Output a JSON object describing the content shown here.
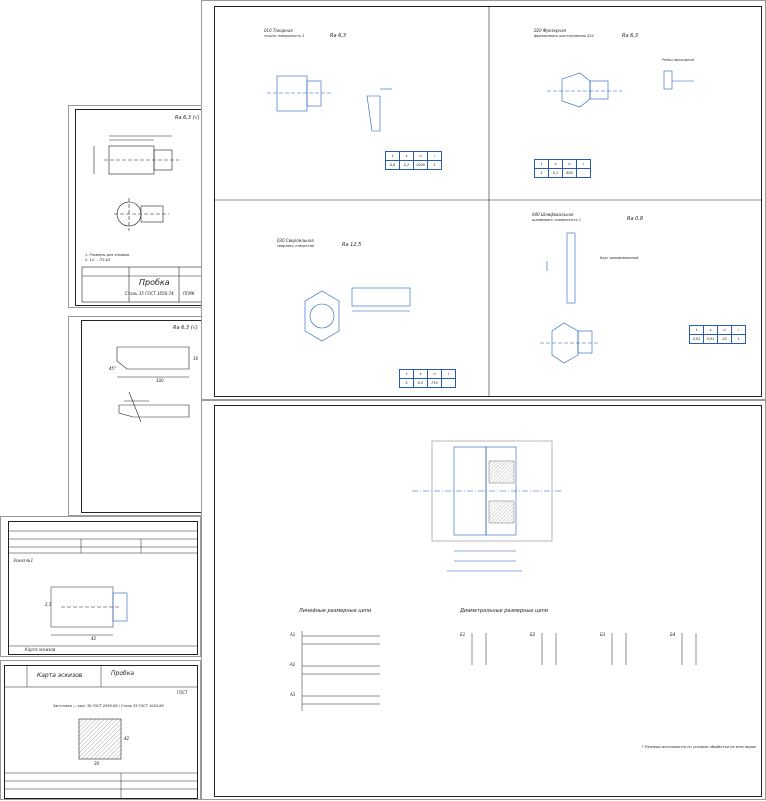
{
  "sheets": {
    "operations": {
      "op1": {
        "title": "010 Токарная",
        "subtitle": "точить поверхность 1",
        "tolerance": "Ra 6,3",
        "table_head": [
          "t",
          "s",
          "n",
          "i"
        ],
        "table_vals": [
          "0,8",
          "0,2",
          "1000",
          "1"
        ]
      },
      "op2": {
        "title": "020 Фрезерная",
        "subtitle": "фрезеровать шестигранник S24",
        "tolerance": "Ra 6,3",
        "table_head": [
          "t",
          "s",
          "n",
          "i"
        ],
        "table_vals": [
          "1",
          "0,1",
          "800",
          ""
        ]
      },
      "op3": {
        "title": "030 Сверлильная",
        "subtitle": "сверлить отверстие",
        "tolerance": "Ra 12,5",
        "table_head": [
          "t",
          "s",
          "n",
          "i"
        ],
        "table_vals": [
          "5",
          "0,2",
          "710",
          ""
        ]
      },
      "op4": {
        "title": "040 Шлифовальная",
        "subtitle": "шлифовать поверхность 1",
        "tolerance": "Ra 0,8",
        "table_head": [
          "t",
          "s",
          "n",
          "i"
        ],
        "table_vals": [
          "0,02",
          "0,01",
          "25",
          "1"
        ]
      },
      "tool_note": "Резец проходной",
      "grind_note": "Круг шлифовальный"
    },
    "part_drawing": {
      "roughness": "Ra 6,3 (√)",
      "notes": [
        "1. Размеры для справки",
        "2. 14 ... IT14/2"
      ],
      "stamp_title": "Пробка",
      "stamp_material": "Сталь 35 ГОСТ 1050-74",
      "stamp_code": "ПГМК"
    },
    "dim_chains": {
      "linear_title": "Линейные размерные цепи",
      "diametral_title": "Диаметральные размерные цепи",
      "footnote": "* Размеры исполняются по условию обработки на всех видах",
      "linear_rows": [
        "A1",
        "A2",
        "A3"
      ],
      "diametral_items": [
        "Б1",
        "Б2",
        "Б3",
        "Б4"
      ]
    },
    "blank_card": {
      "title": "Карта эскизов",
      "part": "Пробка",
      "doc_code": "ГОСТ",
      "blank_note": "Заготовка — круг 30 ГОСТ 2590-88 / Сталь 35 ГОСТ 1050-88",
      "dim_side": "42",
      "dim_bottom": "30"
    },
    "route_card": {
      "op_label": "Эскиз №1",
      "dim_length": "42",
      "dim_small": "2,5",
      "footer": "Карта эскизов"
    },
    "tool_sheet": {
      "roughness": "Ra 6,3 (√)",
      "dim_len": "100",
      "dim_h": "16",
      "angle": "45°"
    }
  }
}
